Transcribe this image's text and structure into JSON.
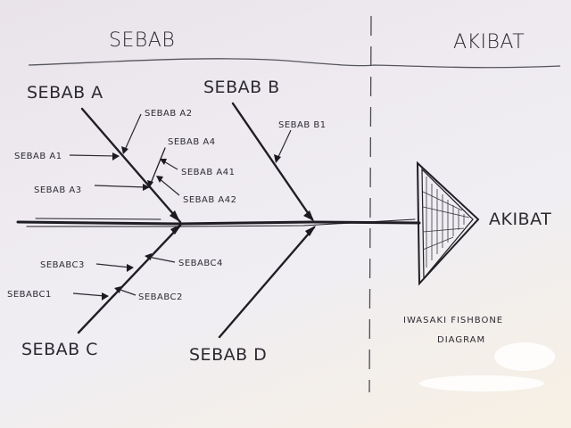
{
  "header": {
    "cause_label": "SEBAB",
    "effect_label": "AKIBAT"
  },
  "diagram": {
    "title_line1": "IWASAKI FISHBONE",
    "title_line2": "DIAGRAM",
    "effect": "AKIBAT",
    "causes": [
      {
        "id": "A",
        "label": "SEBAB A",
        "sub_causes": [
          {
            "label": "SEBAB A1"
          },
          {
            "label": "SEBAB A2"
          },
          {
            "label": "SEBAB A3"
          },
          {
            "label": "SEBAB A4",
            "sub_causes": [
              {
                "label": "SEBAB A41"
              },
              {
                "label": "SEBAB A42"
              }
            ]
          }
        ]
      },
      {
        "id": "B",
        "label": "SEBAB B",
        "sub_causes": [
          {
            "label": "SEBAB B1"
          }
        ]
      },
      {
        "id": "C",
        "label": "SEBAB C",
        "sub_causes": [
          {
            "label": "SEBABC1"
          },
          {
            "label": "SEBABC2"
          },
          {
            "label": "SEBABC3"
          },
          {
            "label": "SEBABC4"
          }
        ]
      },
      {
        "id": "D",
        "label": "SEBAB D",
        "sub_causes": []
      }
    ]
  },
  "colors": {
    "ink": "#1e1e24",
    "paper": "#eeeaf0"
  }
}
